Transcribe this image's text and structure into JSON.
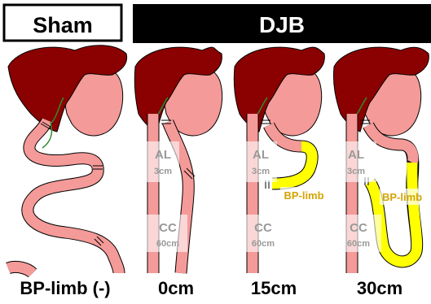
{
  "header": {
    "sham": "Sham",
    "djb": "DJB"
  },
  "panels": [
    {
      "id": "sham",
      "bottom_label": "BP-limb (-)"
    },
    {
      "id": "djb0",
      "bottom_label": "0cm",
      "al_label": "AL",
      "al_len": "3cm",
      "cc_label": "CC",
      "cc_len": "60cm"
    },
    {
      "id": "djb15",
      "bottom_label": "15cm",
      "al_label": "AL",
      "al_len": "3cm",
      "cc_label": "CC",
      "cc_len": "60cm",
      "bp_label": "BP-limb"
    },
    {
      "id": "djb30",
      "bottom_label": "30cm",
      "al_label": "AL",
      "al_len": "3cm",
      "cc_label": "CC",
      "cc_len": "60cm",
      "bp_label": "BP-limb"
    }
  ],
  "colors": {
    "liver": "#8B0000",
    "stomach": "#F49A98",
    "intestine": "#F49A98",
    "bp_limb": "#FFFF00",
    "bp_text": "#D4A400",
    "outline": "#000000"
  }
}
